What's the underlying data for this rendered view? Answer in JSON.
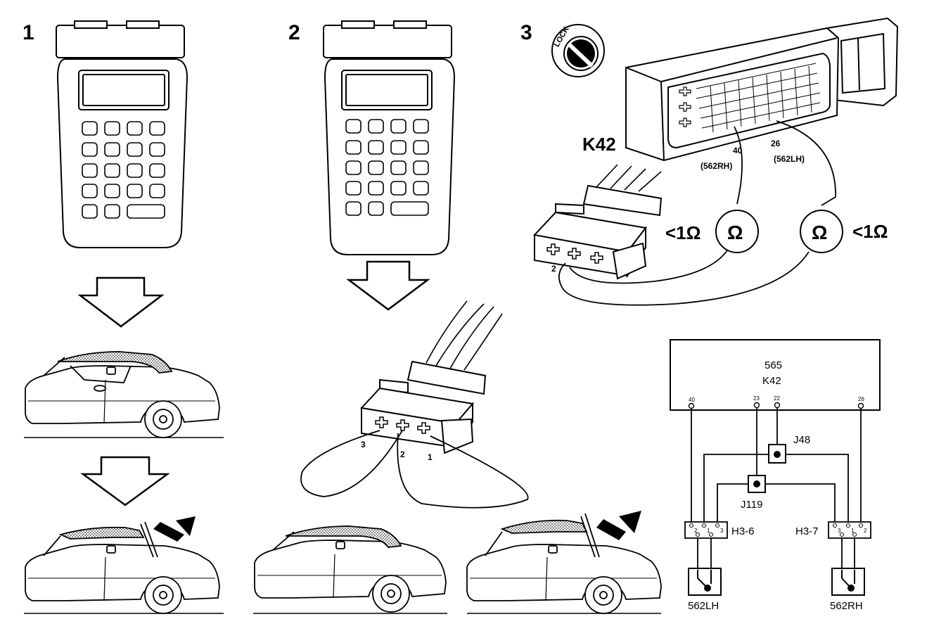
{
  "steps": [
    "1",
    "2",
    "3"
  ],
  "lock_label": "LOCK",
  "control_module": "K42",
  "pins": {
    "p40": "40",
    "p26": "26",
    "rh_ref": "(562RH)",
    "lh_ref": "(562LH)",
    "c2": "2",
    "c3": "3",
    "c1": "1"
  },
  "ohm_symbol": "Ω",
  "resistance": "<1Ω",
  "schematic": {
    "module_number": "565",
    "module_code": "K42",
    "pin_40": "40",
    "pin_23": "23",
    "pin_22": "22",
    "pin_26": "26",
    "junction_j48": "J48",
    "junction_j119": "J119",
    "connector_left": "H3-6",
    "connector_right": "H3-7",
    "switch_left": "562LH",
    "switch_right": "562RH",
    "left_pins": [
      "2",
      "1",
      "3"
    ],
    "right_pins": [
      "3",
      "1",
      "2"
    ]
  }
}
